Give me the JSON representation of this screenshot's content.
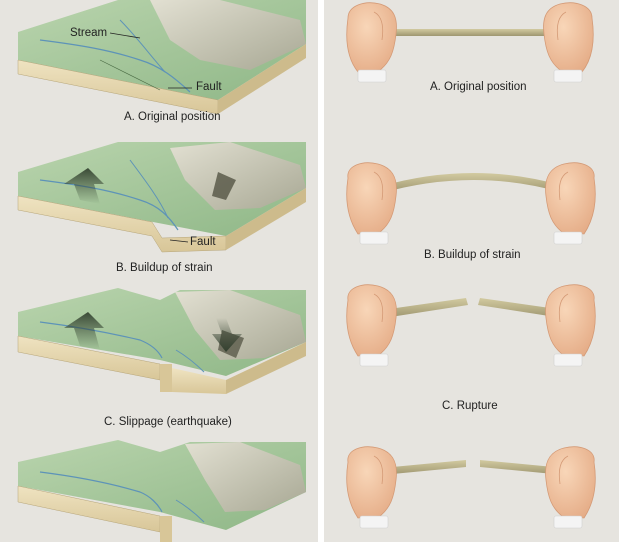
{
  "fault_diagram": {
    "labels": {
      "stream": "Stream",
      "fault": "Fault"
    },
    "stages": [
      {
        "caption": "A. Original position"
      },
      {
        "caption": "B. Buildup of strain"
      },
      {
        "caption": "C. Slippage (earthquake)"
      },
      {
        "caption": ""
      }
    ]
  },
  "stick_analogy": {
    "stages": [
      {
        "caption": "A. Original position"
      },
      {
        "caption": "B. Buildup of strain"
      },
      {
        "caption": "C. Rupture"
      },
      {
        "caption": ""
      }
    ]
  },
  "colors": {
    "panel_bg": "#e6e4df",
    "terrain": "#a9c9a0",
    "terrain_dark": "#7fa977",
    "mountain": "#c9c7b6",
    "block_side": "#e4d6b0",
    "block_side_dark": "#cdbb8c",
    "stream": "#5d93b8",
    "stick": "#b8b088",
    "skin": "#f3c7a4",
    "skin_shadow": "#e0a783",
    "cuff": "#f4f4f4"
  }
}
